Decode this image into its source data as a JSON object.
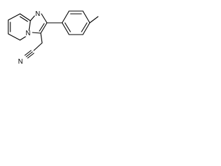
{
  "molecule": {
    "atom_labels": {
      "imine_nitrogen": "N",
      "bridgehead_nitrogen": "N",
      "nitrile_nitrogen": "N"
    }
  },
  "colors": {
    "background": "#ffffff",
    "bond": "#000000",
    "label": "#000000"
  }
}
